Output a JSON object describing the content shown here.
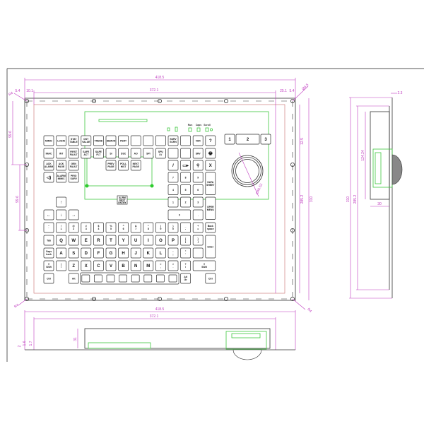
{
  "colors": {
    "dimension": "#c03cc0",
    "module_outline": "#3ec83e",
    "inner_outline": "#c86a6a",
    "part_line": "#333333"
  },
  "dimensions": {
    "overall_width": "418.5",
    "inner_width": "372.1",
    "left_margin_a": "5.4",
    "left_margin_b": "10.1",
    "right_margin_a": "25.1",
    "right_margin_b": "5.4",
    "hole_dia": "Ø4.5",
    "corner_radius_tl": "R4",
    "corner_radius_bl": "R4",
    "corner_radius_br": "R4",
    "top_offset": "12.5",
    "hole_pitch_1": "99.6",
    "hole_pitch_2": "99.6",
    "inner_height": "285.2",
    "overall_height": "310",
    "trackball_dia": "Ø46.52",
    "side_thickness": "2.3",
    "side_module_height": "124.24",
    "side_overall_height": "310",
    "side_inner_height": "285.2",
    "side_depth": "30",
    "bottom_overall_width": "418.5",
    "bottom_inner_width": "372.1",
    "bottom_depth": "31",
    "bottom_d1": "2",
    "bottom_d2": "1.6",
    "bottom_d3": "1.7"
  },
  "leds": [
    "Run",
    "Caps",
    "Scroll"
  ],
  "function_keys": {
    "row1": [
      "MIMIC",
      "LOGIN",
      "STAT TABLE",
      "DST VALUE",
      "TREND",
      "DEMON",
      "PERT",
      "",
      "",
      "",
      "SURV SCRN",
      "",
      "VAR",
      "?"
    ],
    "row2": [
      "IMAC",
      "INT",
      "FIRST FAULT",
      "SAFE ACT",
      "SAFE FLT",
      "SI",
      "DSC",
      "AO",
      "SPI",
      "SPU LV",
      "",
      "",
      "SRV",
      "🖶"
    ],
    "row3_left": [
      "ACK ALARM",
      "ACK PAGE",
      "GEN FAULT"
    ],
    "row3_mid": [
      "PREV PAGE",
      "POLL HIST",
      "NEXT PAGE"
    ],
    "row4_left": [
      "◁)",
      "ALARM MIMIC",
      "PRIO SURV"
    ],
    "center_label": "ALRM NEXT ENTRY"
  },
  "numpad": {
    "row3": [
      "/",
      "▭▸",
      "⚲",
      "X"
    ],
    "row4": [
      "7",
      "8",
      "9"
    ],
    "row5": [
      "4",
      "5",
      "6"
    ],
    "row6": [
      "1",
      "2",
      "3"
    ],
    "row7": [
      "0",
      "."
    ],
    "data_sheet": "DATA SHEET",
    "oper_menu": "OPER MENU"
  },
  "arrows": {
    "up": "↑",
    "left": "←",
    "down": "↓",
    "right": "→"
  },
  "trackball_keys": [
    "1",
    "2",
    "3"
  ],
  "qwerty": {
    "row1": [
      "~ `",
      "! 1",
      "@ 2",
      "# 3",
      "$ 4",
      "% 5",
      "^ 6",
      "& 7",
      "* 8",
      "( 9",
      ") 0",
      "_ -",
      "+ =",
      "Back space"
    ],
    "row2": [
      "Tab",
      "Q",
      "W",
      "E",
      "R",
      "T",
      "Y",
      "U",
      "I",
      "O",
      "P",
      "{ [",
      "} ]"
    ],
    "enter": "Enter",
    "row3": [
      "Caps Lock",
      "A",
      "S",
      "D",
      "F",
      "G",
      "H",
      "J",
      "K",
      "L",
      ": ;",
      "\" '",
      ""
    ],
    "row4": [
      "⇧ Shift",
      "| \\",
      "Z",
      "X",
      "C",
      "V",
      "B",
      "N",
      "M",
      "< ,",
      "> .",
      "? /"
    ],
    "right_shift": "⇧ Shift",
    "ctrl_left": "Ctrl",
    "alt": "Alt",
    "alt_gr": "Alt Gr",
    "ctrl_right": "Ctrl"
  }
}
